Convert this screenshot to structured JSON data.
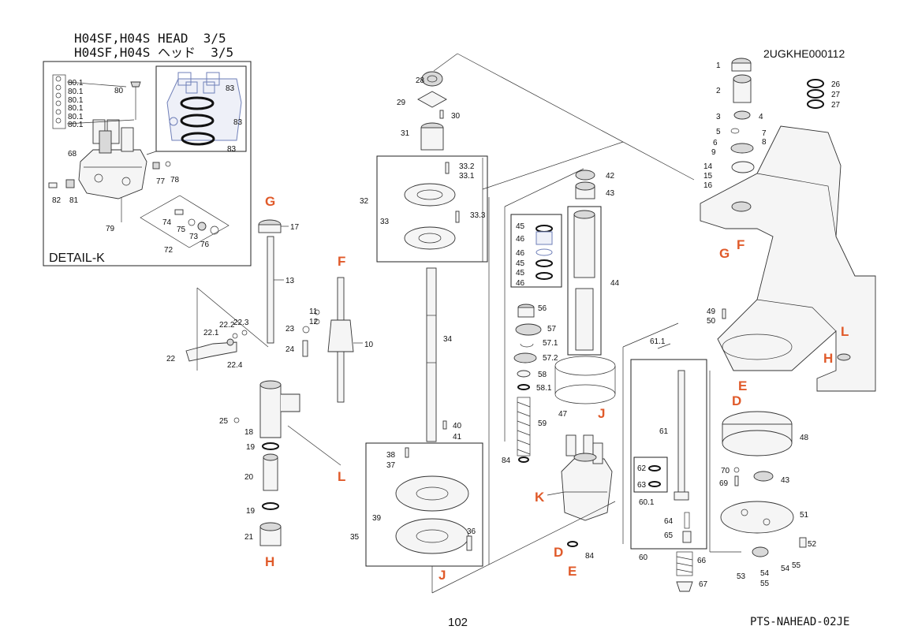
{
  "header": {
    "title_line1": "H04SF,H04S HEAD  3/5",
    "title_line2": "H04SF,H04S ヘッド  3/5",
    "doc_code": "2UGKHE000112"
  },
  "footer": {
    "page_number": "102",
    "doc_ref": "PTS-NAHEAD-02JE"
  },
  "detail": {
    "label": "DETAIL-K",
    "pointer_label": "K"
  },
  "section_letters": {
    "G": "G",
    "F": "F",
    "L": "L",
    "H": "H",
    "J": "J",
    "D": "D",
    "E": "E",
    "K": "K"
  },
  "part_numbers": {
    "p80_1": "80.1",
    "p80": "80",
    "p83": "83",
    "p68": "68",
    "p77": "77",
    "p78": "78",
    "p82": "82",
    "p81": "81",
    "p79": "79",
    "p74": "74",
    "p75": "75",
    "p73": "73",
    "p76": "76",
    "p72": "72",
    "p17": "17",
    "p13": "13",
    "p11": "11",
    "p12": "12",
    "p10": "10",
    "p23": "23",
    "p24": "24",
    "p22_1": "22.1",
    "p22_2": "22.2",
    "p22_3": "22.3",
    "p22_4": "22.4",
    "p22": "22",
    "p25": "25",
    "p18": "18",
    "p19": "19",
    "p20": "20",
    "p21": "21",
    "p28": "28",
    "p29": "29",
    "p30": "30",
    "p31": "31",
    "p32": "32",
    "p33": "33",
    "p33_1": "33.1",
    "p33_2": "33.2",
    "p33_3": "33.3",
    "p34": "34",
    "p40": "40",
    "p41": "41",
    "p38": "38",
    "p37": "37",
    "p35": "35",
    "p39": "39",
    "p36": "36",
    "p42": "42",
    "p43": "43",
    "p44": "44",
    "p45": "45",
    "p46": "46",
    "p56": "56",
    "p57": "57",
    "p57_1": "57.1",
    "p57_2": "57.2",
    "p58": "58",
    "p58_1": "58.1",
    "p59": "59",
    "p84": "84",
    "p47": "47",
    "p61_1": "61.1",
    "p61": "61",
    "p62": "62",
    "p63": "63",
    "p60_1": "60.1",
    "p64": "64",
    "p65": "65",
    "p60": "60",
    "p66": "66",
    "p67": "67",
    "p1": "1",
    "p2": "2",
    "p3": "3",
    "p4": "4",
    "p5": "5",
    "p6": "6",
    "p7": "7",
    "p8": "8",
    "p9": "9",
    "p14": "14",
    "p15": "15",
    "p16": "16",
    "p26": "26",
    "p27": "27",
    "p49": "49",
    "p50": "50",
    "p48": "48",
    "p70": "70",
    "p69": "69",
    "p51": "51",
    "p52": "52",
    "p53": "53",
    "p54": "54",
    "p55": "55"
  }
}
